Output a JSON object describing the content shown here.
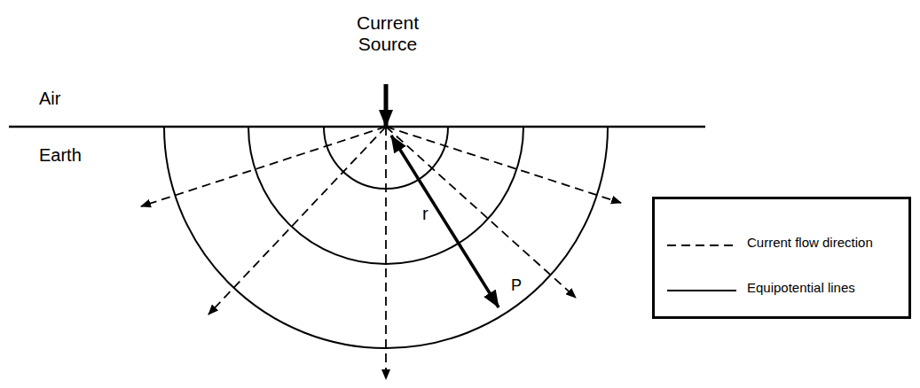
{
  "diagram": {
    "labels": [
      "Current Source",
      "Air",
      "Earth",
      "r",
      "P"
    ],
    "legend": [
      {
        "text": "Current flow direction"
      },
      {
        "text": "Equipotential lines"
      }
    ]
  }
}
